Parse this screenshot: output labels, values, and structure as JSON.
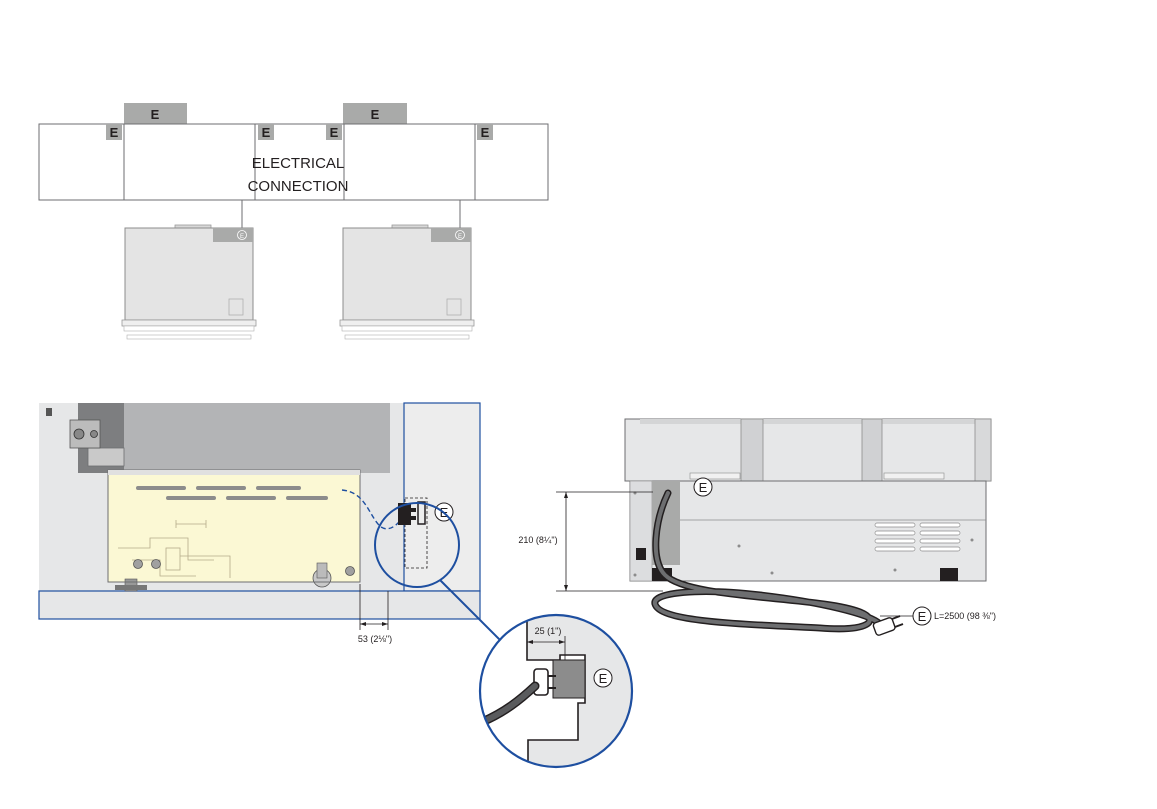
{
  "top_view": {
    "e_marker": "E",
    "connection_label_line1": "ELECTRICAL",
    "connection_label_line2": "CONNECTION"
  },
  "side_view": {
    "dim_bottom": "53 (2⅛\")",
    "e_marker": "E"
  },
  "detail": {
    "dim_top": "25 (1\")",
    "e_marker": "E"
  },
  "rear_view": {
    "dim_height": "210 (8¼\")",
    "e_marker": "E",
    "cord_length": "L=2500 (98 ⅜\")"
  },
  "colors": {
    "panel_gray": "#a9aaa9",
    "line_blue": "#1e4fa0",
    "board_yellow": "#fbf8d4",
    "dark": "#231f20"
  }
}
